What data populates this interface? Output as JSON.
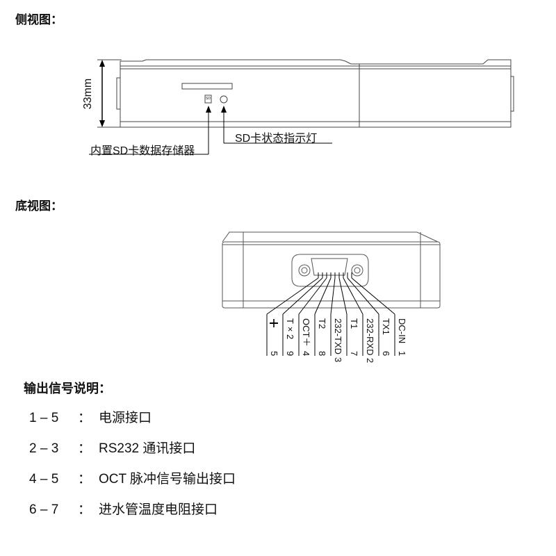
{
  "side_view": {
    "title": "侧视图：",
    "height_label": "33mm",
    "sd_storage_label": "内置SD卡数据存储器",
    "sd_indicator_label": "SD卡状态指示灯",
    "sd_icon_text": "SD"
  },
  "bottom_view": {
    "title": "底视图：",
    "pins": [
      {
        "name": "",
        "num": "5",
        "icon": "ground-icon"
      },
      {
        "name": "T×2",
        "num": "9"
      },
      {
        "name": "OCT＋",
        "num": "4"
      },
      {
        "name": "T2",
        "num": "8"
      },
      {
        "name": "232-TXD",
        "num": "3"
      },
      {
        "name": "T1",
        "num": "7"
      },
      {
        "name": "232-RXD",
        "num": "2"
      },
      {
        "name": "TX1",
        "num": "6"
      },
      {
        "name": "DC-IN",
        "num": "1"
      }
    ]
  },
  "signals": {
    "title": "输出信号说明：",
    "items": [
      {
        "range": "1 – 5",
        "sep": "：",
        "desc": "电源接口"
      },
      {
        "range": "2 – 3",
        "sep": "：",
        "desc": "RS232 通讯接口"
      },
      {
        "range": "4 – 5",
        "sep": "：",
        "desc": "OCT 脉冲信号输出接口"
      },
      {
        "range": "6 – 7",
        "sep": "：",
        "desc": "进水管温度电阻接口"
      }
    ]
  }
}
